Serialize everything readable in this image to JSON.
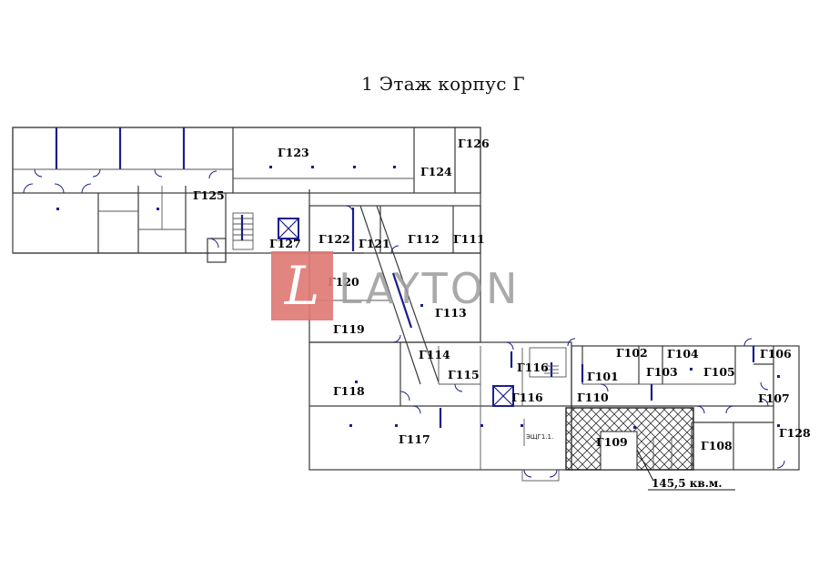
{
  "title": "1 Этаж корпус Г",
  "watermark": {
    "letter": "L",
    "text": "LAYTON",
    "color": "#e07a74"
  },
  "rooms": [
    {
      "id": "Г123",
      "label": "Г123"
    },
    {
      "id": "Г124",
      "label": "Г124"
    },
    {
      "id": "Г126",
      "label": "Г126"
    },
    {
      "id": "Г125",
      "label": "Г125"
    },
    {
      "id": "Г127",
      "label": "Г127"
    },
    {
      "id": "Г122",
      "label": "Г122"
    },
    {
      "id": "Г121",
      "label": "Г121"
    },
    {
      "id": "Г112",
      "label": "Г112"
    },
    {
      "id": "Г111",
      "label": "Г111"
    },
    {
      "id": "Г120",
      "label": "Г120"
    },
    {
      "id": "Г113",
      "label": "Г113"
    },
    {
      "id": "Г119",
      "label": "Г119"
    },
    {
      "id": "Г114",
      "label": "Г114"
    },
    {
      "id": "Г115",
      "label": "Г115"
    },
    {
      "id": "Г116a",
      "label": "Г116"
    },
    {
      "id": "Г116b",
      "label": "Г116"
    },
    {
      "id": "Г118",
      "label": "Г118"
    },
    {
      "id": "Г117",
      "label": "Г117"
    },
    {
      "id": "Г101",
      "label": "Г101"
    },
    {
      "id": "Г102",
      "label": "Г102"
    },
    {
      "id": "Г103",
      "label": "Г103"
    },
    {
      "id": "Г104",
      "label": "Г104"
    },
    {
      "id": "Г105",
      "label": "Г105"
    },
    {
      "id": "Г106",
      "label": "Г106"
    },
    {
      "id": "Г107",
      "label": "Г107"
    },
    {
      "id": "Г110",
      "label": "Г110"
    },
    {
      "id": "Г109",
      "label": "Г109"
    },
    {
      "id": "Г108",
      "label": "Г108"
    },
    {
      "id": "Г128",
      "label": "Г128"
    }
  ],
  "panel_label": "ЭЩГ1.1.",
  "highlight_area": "145,5 кв.м.",
  "colors": {
    "walls": "#3a3a3a",
    "accent": "#1a1f8c",
    "highlight_hatch": "#333333"
  }
}
